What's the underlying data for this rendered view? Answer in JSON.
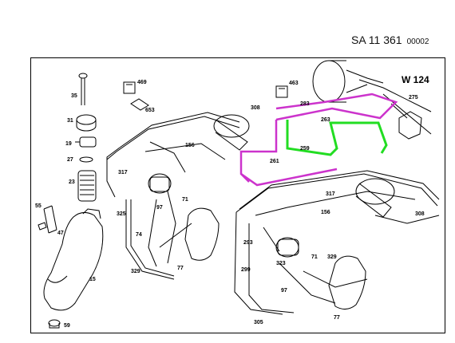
{
  "header": {
    "code": "SA  11 361",
    "doc_number": "00002"
  },
  "model": "W 124",
  "labels": {
    "p35": "35",
    "p31": "31",
    "p19": "19",
    "p27": "27",
    "p23": "23",
    "p55": "55",
    "p47": "47",
    "p15": "15",
    "p59": "59",
    "p469": "469",
    "p653": "653",
    "p308a": "308",
    "p156a": "156",
    "p317a": "317",
    "p71a": "71",
    "p97a": "97",
    "p325": "325",
    "p74": "74",
    "p77a": "77",
    "p329a": "329",
    "p463": "463",
    "p283": "283",
    "p263": "263",
    "p275": "275",
    "p259": "259",
    "p261": "261",
    "p317b": "317",
    "p156b": "156",
    "p308b": "308",
    "p293": "293",
    "p323": "323",
    "p71b": "71",
    "p329b": "329",
    "p299": "299",
    "p97b": "97",
    "p305": "305",
    "p77b": "77"
  },
  "colors": {
    "highlight_purple": "#cc33cc",
    "highlight_green": "#22dd22",
    "line": "#000000"
  }
}
